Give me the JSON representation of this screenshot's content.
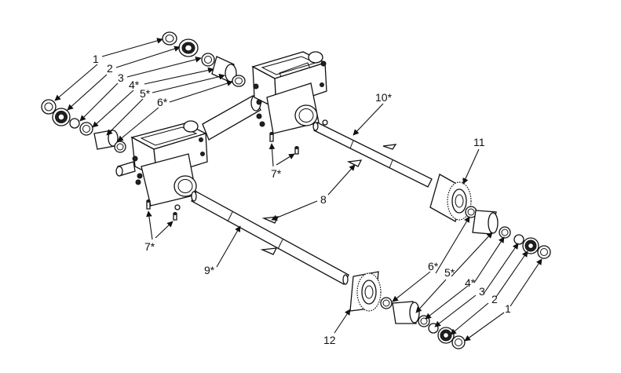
{
  "labels": {
    "l1": "1",
    "l2": "2",
    "l3": "3",
    "l4": "4*",
    "l5": "5*",
    "l6": "6*",
    "l7": "7*",
    "l8": "8",
    "l9": "9*",
    "l10": "10*",
    "l11": "11",
    "l12": "12"
  }
}
